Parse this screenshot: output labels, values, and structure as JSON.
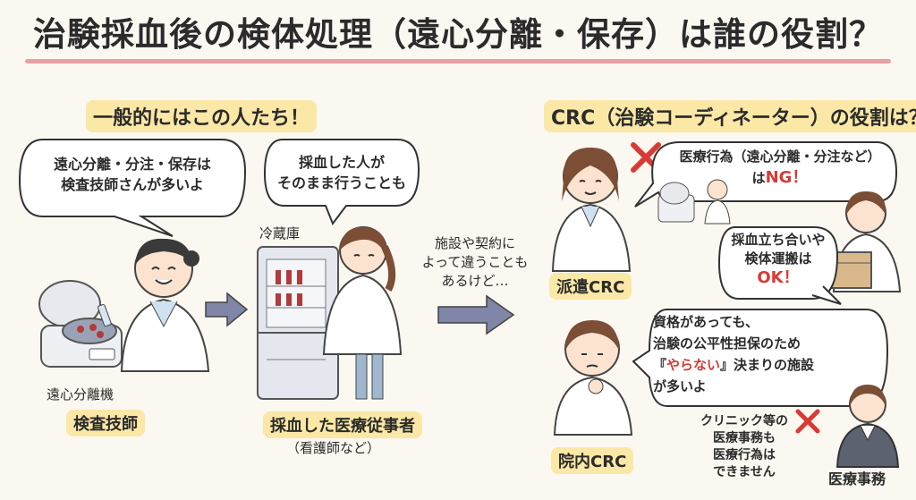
{
  "title": "治験採血後の検体処理（遠心分離・保存）は誰の役割？",
  "left": {
    "heading": "一般的にはこの人たち！",
    "tech_bubble": [
      "遠心分離・分注・保存は",
      "検査技師さんが多いよ"
    ],
    "centrifuge_label": "遠心分離機",
    "tech_label": "検査技師",
    "staff_bubble": [
      "採血した人が",
      "そのまま行うことも"
    ],
    "fridge_label": "冷蔵庫",
    "staff_label": "採血した医療従事者",
    "staff_sublabel": "（看護師など）",
    "note": [
      "施設や契約に",
      "よって違うことも",
      "あるけど…"
    ]
  },
  "right": {
    "heading": "CRC（治験コーディネーター）の役割は？",
    "dispatch_label": "派遣CRC",
    "ng_bubble_line1": "医療行為（遠心分離・分注など）",
    "ng_bubble_prefix": "は",
    "ng_bubble_emph": "NG！",
    "ok_bubble_line1": "採血立ち合いや",
    "ok_bubble_line2": "検体運搬は",
    "ok_bubble_emph": "OK！",
    "inhouse_label": "院内CRC",
    "inhouse_bubble_line1": "資格があっても、",
    "inhouse_bubble_line2": "治験の公平性担保のため",
    "inhouse_bubble_q_open": "『",
    "inhouse_bubble_emph": "やらない",
    "inhouse_bubble_q_close": "』決まりの施設",
    "inhouse_bubble_line4": "が多いよ",
    "clerk_note": [
      "クリニック等の",
      "医療事務も",
      "医療行為は",
      "できません"
    ],
    "clerk_label": "医療事務"
  },
  "colors": {
    "accent_red": "#d83a34",
    "highlight": "#fbe8a6",
    "underline": "#e8a0a4",
    "arrow": "#7f86a8"
  }
}
